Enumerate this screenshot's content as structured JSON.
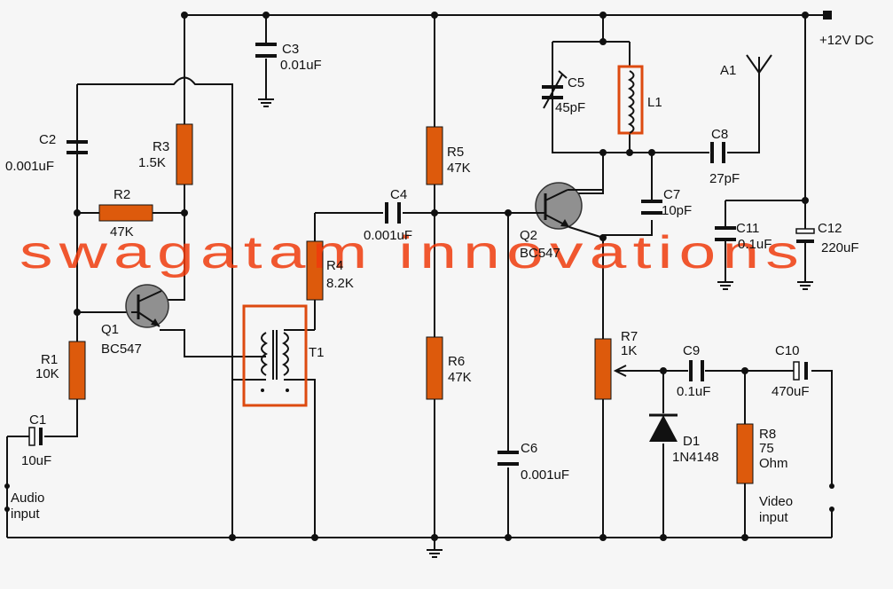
{
  "supply": "+12V DC",
  "watermark": "swagatam innovations",
  "antenna": "A1",
  "transistors": {
    "q1": {
      "ref": "Q1",
      "type": "BC547"
    },
    "q2": {
      "ref": "Q2",
      "type": "BC547"
    }
  },
  "resistors": {
    "r1": {
      "ref": "R1",
      "value": "10K"
    },
    "r2": {
      "ref": "R2",
      "value": "47K"
    },
    "r3": {
      "ref": "R3",
      "value": "1.5K"
    },
    "r4": {
      "ref": "R4",
      "value": "8.2K"
    },
    "r5": {
      "ref": "R5",
      "value": "47K"
    },
    "r6": {
      "ref": "R6",
      "value": "47K"
    },
    "r7": {
      "ref": "R7",
      "value": "1K"
    },
    "r8": {
      "ref": "R8",
      "value": "75",
      "unit": "Ohm"
    }
  },
  "capacitors": {
    "c1": {
      "ref": "C1",
      "value": "10uF"
    },
    "c2": {
      "ref": "C2",
      "value": "0.001uF"
    },
    "c3": {
      "ref": "C3",
      "value": "0.01uF"
    },
    "c4": {
      "ref": "C4",
      "value": "0.001uF"
    },
    "c5": {
      "ref": "C5",
      "value": "45pF"
    },
    "c6": {
      "ref": "C6",
      "value": "0.001uF"
    },
    "c7": {
      "ref": "C7",
      "value": "10pF"
    },
    "c8": {
      "ref": "C8",
      "value": "27pF"
    },
    "c9": {
      "ref": "C9",
      "value": "0.1uF"
    },
    "c10": {
      "ref": "C10",
      "value": "470uF"
    },
    "c11": {
      "ref": "C11",
      "value": "0.1uF"
    },
    "c12": {
      "ref": "C12",
      "value": "220uF"
    }
  },
  "inductor": {
    "ref": "L1"
  },
  "transformer": {
    "ref": "T1"
  },
  "diode": {
    "ref": "D1",
    "type": "1N4148"
  },
  "inputs": {
    "audio": [
      "Audio",
      "input"
    ],
    "video": [
      "Video",
      "input"
    ]
  },
  "colors": {
    "accent": "#dd5a0c",
    "watermark": "#ee3b0c",
    "wire": "#111111"
  }
}
